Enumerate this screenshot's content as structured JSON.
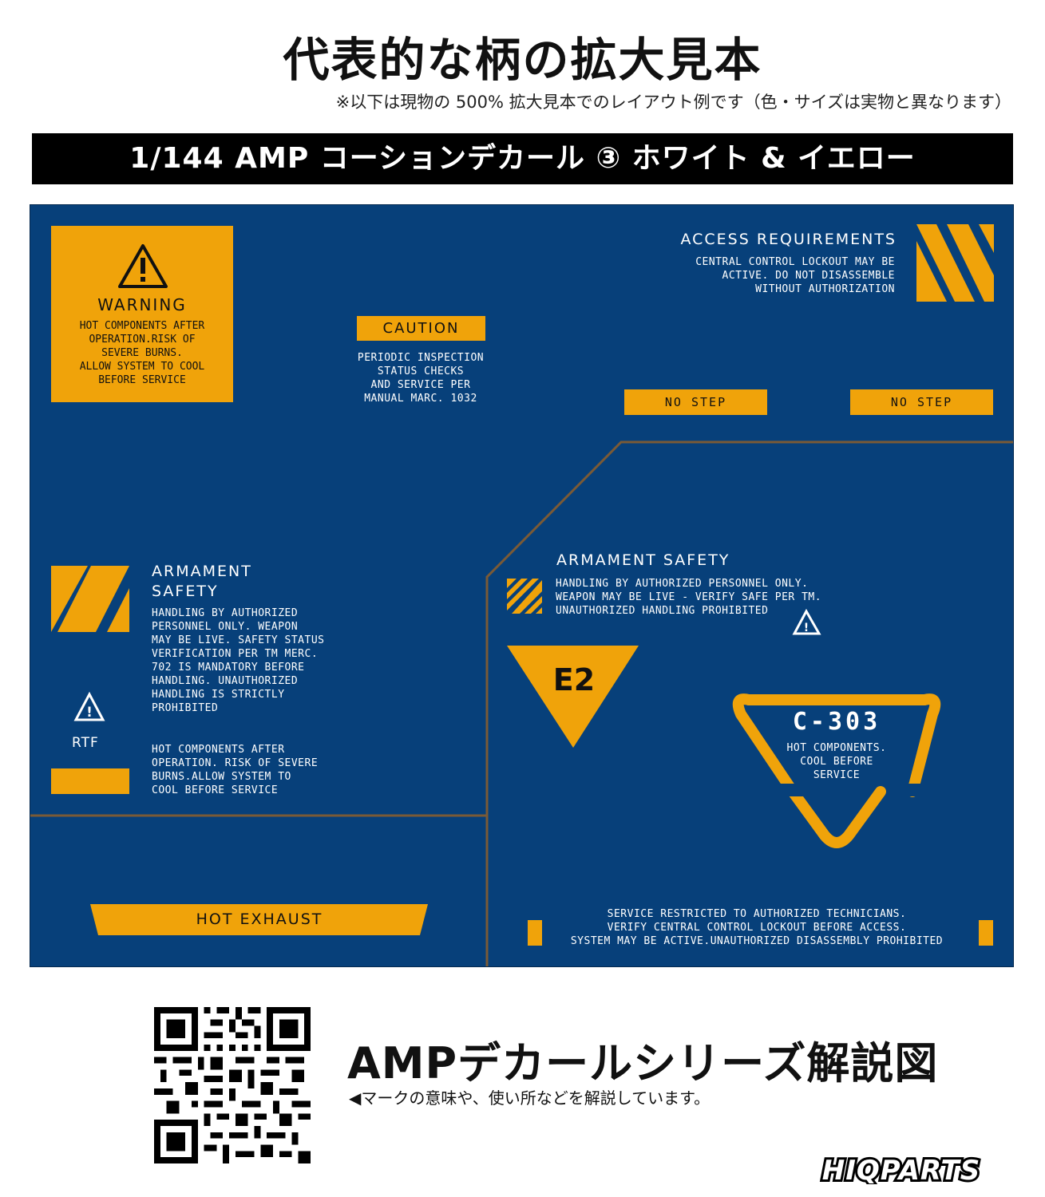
{
  "header": {
    "title": "代表的な柄の拡大見本",
    "note": "※以下は現物の 500% 拡大見本でのレイアウト例です（色・サイズは実物と異なります）"
  },
  "banner": {
    "title": "1/144 AMP コーションデカール ③ ホワイト & イエロー"
  },
  "colors": {
    "panel": "#07407a",
    "amber": "#f0a30a",
    "line": "#7a5a36",
    "text_dark": "#111111",
    "text_light": "#ffffff"
  },
  "decals": {
    "warning": {
      "icon": "warning-triangle-icon",
      "title": "WARNING",
      "lines": [
        "HOT COMPONENTS AFTER",
        "OPERATION.RISK OF",
        "SEVERE BURNS.",
        "ALLOW SYSTEM TO COOL",
        "BEFORE SERVICE"
      ]
    },
    "caution": {
      "label": "CAUTION",
      "lines": [
        "PERIODIC INSPECTION",
        "STATUS CHECKS",
        "AND SERVICE PER",
        "MANUAL MARC. 1032"
      ]
    },
    "access": {
      "title": "ACCESS REQUIREMENTS",
      "lines": [
        "CENTRAL CONTROL LOCKOUT MAY BE",
        "ACTIVE. DO NOT DISASSEMBLE",
        "WITHOUT AUTHORIZATION"
      ]
    },
    "no_step_1": "NO STEP",
    "no_step_2": "NO STEP",
    "armament_left": {
      "title_line1": "ARMAMENT",
      "title_line2": "SAFETY",
      "lines": [
        "HANDLING BY AUTHORIZED",
        "PERSONNEL ONLY. WEAPON",
        "MAY BE LIVE. SAFETY STATUS",
        "VERIFICATION PER TM MERC.",
        "702 IS MANDATORY BEFORE",
        "HANDLING. UNAUTHORIZED",
        "HANDLING IS STRICTLY",
        "PROHIBITED"
      ]
    },
    "rtf": "RTF",
    "hot_left": {
      "lines": [
        "HOT COMPONENTS AFTER",
        "OPERATION. RISK OF SEVERE",
        "BURNS.ALLOW SYSTEM TO",
        "COOL BEFORE SERVICE"
      ]
    },
    "armament_right": {
      "title": "ARMAMENT SAFETY",
      "lines": [
        "HANDLING BY AUTHORIZED PERSONNEL ONLY.",
        "WEAPON MAY BE LIVE - VERIFY SAFE PER TM.",
        "UNAUTHORIZED HANDLING PROHIBITED"
      ]
    },
    "e2": "E2",
    "c303": {
      "title": "C-303",
      "lines": [
        "HOT COMPONENTS.",
        "COOL BEFORE",
        "SERVICE"
      ]
    },
    "hot_exhaust": "HOT EXHAUST",
    "service": {
      "lines": [
        "SERVICE RESTRICTED TO AUTHORIZED TECHNICIANS.",
        "VERIFY CENTRAL CONTROL LOCKOUT BEFORE ACCESS.",
        "SYSTEM MAY BE ACTIVE.UNAUTHORIZED DISASSEMBLY PROHIBITED"
      ]
    }
  },
  "footer": {
    "qr_icon": "qr-code-icon",
    "series_title": "AMPデカールシリーズ解説図",
    "series_desc": "◀マークの意味や、使い所などを解説しています。",
    "brand": "HIQPARTS"
  }
}
